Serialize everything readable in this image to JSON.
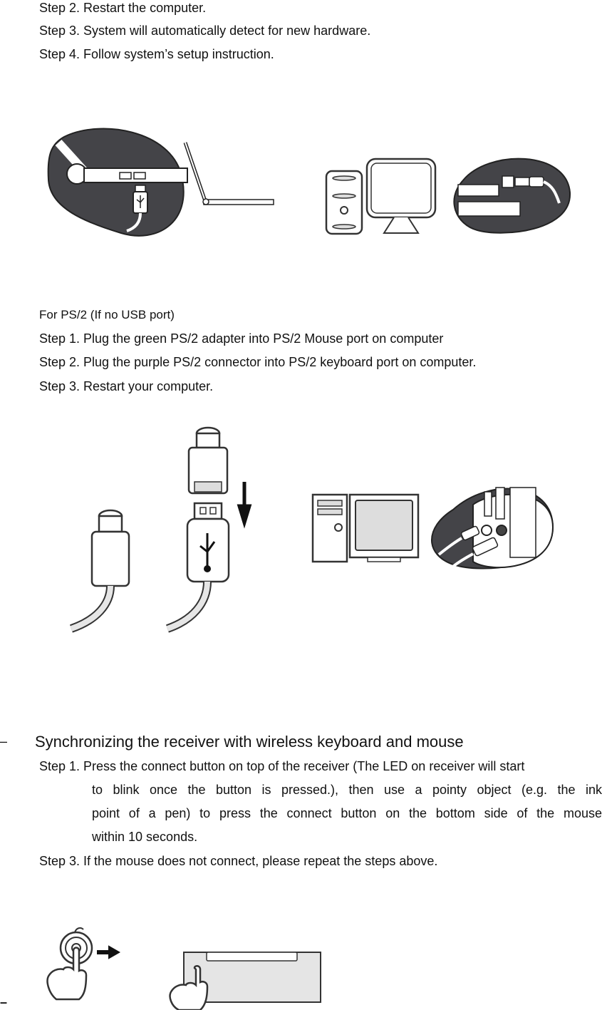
{
  "usb_section": {
    "steps": [
      "Step 2. Restart the computer.",
      "Step 3. System will automatically detect for new hardware.",
      "Step 4. Follow system’s setup instruction."
    ]
  },
  "ps2_section": {
    "title": "For PS/2 (If no USB port)",
    "steps": [
      "Step 1. Plug the green PS/2 adapter into PS/2 Mouse port on computer",
      "Step 2. Plug the purple PS/2 connector into PS/2 keyboard port on computer.",
      "Step 3. Restart your computer."
    ]
  },
  "sync_section": {
    "bullet": "–",
    "title": "Synchronizing the receiver with wireless keyboard and mouse",
    "step1_first": "Step 1. Press the connect button on top of the receiver (The LED on receiver will start",
    "step1_lines": [
      "to blink once the button is pressed.), then use a pointy object (e.g. the ink",
      "point of a pen) to press the connect button on the bottom side of the mouse"
    ],
    "step1_last": "within 10 seconds.",
    "step3": "Step 3. If the mouse does not connect, please repeat the steps above.",
    "bottom_bullet": "–"
  },
  "illustrations": [
    "laptop-usb-port-illustration",
    "desktop-usb-port-illustration",
    "ps2-adapter-illustration",
    "desktop-ps2-port-illustration",
    "receiver-connect-button-illustration"
  ]
}
